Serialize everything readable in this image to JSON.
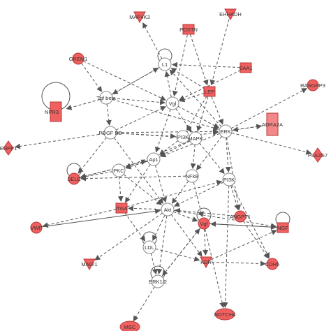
{
  "colors": {
    "molecule_fill": "#f06060",
    "molecule_stroke": "#b83838",
    "hub_fill": "#ffffff",
    "hub_stroke": "#888888",
    "edge": "#555555",
    "label": "#333333"
  },
  "nodes": [
    {
      "id": "MAP4K3",
      "label": "MAP4K3",
      "shape": "triangle-down",
      "kind": "molecule"
    },
    {
      "id": "EHHADH",
      "label": "EHHADH",
      "shape": "triangle-down",
      "kind": "molecule"
    },
    {
      "id": "POSTN",
      "label": "POSTN",
      "shape": "rect",
      "kind": "molecule"
    },
    {
      "id": "GREM1",
      "label": "GREM1",
      "shape": "circle",
      "kind": "molecule"
    },
    {
      "id": "L1",
      "label": "L1",
      "shape": "circle",
      "kind": "hub"
    },
    {
      "id": "SAA1",
      "label": "SAA1",
      "shape": "rect",
      "kind": "molecule"
    },
    {
      "id": "RASGRP3",
      "label": "RASGRP3",
      "shape": "circle",
      "kind": "molecule"
    },
    {
      "id": "Tgfbeta",
      "label": "Tgf beta",
      "shape": "circle",
      "kind": "hub"
    },
    {
      "id": "Vgl",
      "label": "Vgl",
      "shape": "circle",
      "kind": "hub"
    },
    {
      "id": "LEP",
      "label": "LEP",
      "shape": "rect",
      "kind": "molecule"
    },
    {
      "id": "NPR3",
      "label": "NPR3",
      "shape": "rect-tall",
      "kind": "molecule"
    },
    {
      "id": "ADRA2A",
      "label": "ADRA2A",
      "shape": "rect-tall-light",
      "kind": "molecule"
    },
    {
      "id": "PDGFBB",
      "label": "PDGF BB",
      "shape": "circle",
      "kind": "hub"
    },
    {
      "id": "PI3K",
      "label": "PI3K",
      "shape": "circle",
      "kind": "hub"
    },
    {
      "id": "ERK",
      "label": "ERK",
      "shape": "circle",
      "kind": "hub"
    },
    {
      "id": "MAPK",
      "label": "MAPK",
      "shape": "circle",
      "kind": "hub"
    },
    {
      "id": "ENPP1",
      "label": "ENPP1",
      "shape": "diamond",
      "kind": "molecule"
    },
    {
      "id": "PLA2G7",
      "label": "PLA2G7",
      "shape": "diamond",
      "kind": "molecule"
    },
    {
      "id": "Ap1",
      "label": "Ap1",
      "shape": "circle",
      "kind": "hub"
    },
    {
      "id": "PKC",
      "label": "PKC",
      "shape": "circle",
      "kind": "hub"
    },
    {
      "id": "SELE",
      "label": "SELE",
      "shape": "circle",
      "kind": "molecule"
    },
    {
      "id": "NFkB",
      "label": "NFkB",
      "shape": "circle",
      "kind": "hub"
    },
    {
      "id": "PI3KC",
      "label": "PI3K",
      "shape": "circle",
      "kind": "hub"
    },
    {
      "id": "ITGA",
      "label": "ITGA",
      "shape": "rect",
      "kind": "molecule"
    },
    {
      "id": "Akt",
      "label": "Akt",
      "shape": "circle",
      "kind": "hub"
    },
    {
      "id": "VWF",
      "label": "VWF",
      "shape": "circle",
      "kind": "molecule"
    },
    {
      "id": "Vgf",
      "label": "Vgf",
      "shape": "circle",
      "kind": "molecule"
    },
    {
      "id": "ANGPT1",
      "label": "ANGPT1",
      "shape": "circle",
      "kind": "molecule"
    },
    {
      "id": "NGF",
      "label": "NGF",
      "shape": "rect",
      "kind": "molecule"
    },
    {
      "id": "LDL",
      "label": "LDL",
      "shape": "circle",
      "kind": "hub"
    },
    {
      "id": "MAGI1",
      "label": "MAGI1",
      "shape": "triangle-down",
      "kind": "molecule"
    },
    {
      "id": "KDR",
      "label": "KDR",
      "shape": "triangle-down",
      "kind": "molecule"
    },
    {
      "id": "CDH5",
      "label": "CDH5",
      "shape": "circle",
      "kind": "molecule"
    },
    {
      "id": "ERK12",
      "label": "ERK1/2",
      "shape": "circle",
      "kind": "hub"
    },
    {
      "id": "NOTCH4",
      "label": "NOTCH4",
      "shape": "ellipse",
      "kind": "molecule"
    },
    {
      "id": "MSC",
      "label": "MSC",
      "shape": "ellipse",
      "kind": "molecule"
    }
  ],
  "edges": [
    [
      "Tgfbeta",
      "L1"
    ],
    [
      "Vgl",
      "L1"
    ],
    [
      "ERK",
      "L1"
    ],
    [
      "LEP",
      "L1"
    ],
    [
      "SAA1",
      "L1"
    ],
    [
      "L1",
      "MAP4K3"
    ],
    [
      "POSTN",
      "Vgl"
    ],
    [
      "POSTN",
      "LEP"
    ],
    [
      "EHHADH",
      "LEP"
    ],
    [
      "GREM1",
      "Tgfbeta"
    ],
    [
      "GREM1",
      "Vgl"
    ],
    [
      "SAA1",
      "Vgl"
    ],
    [
      "LEP",
      "Vgl"
    ],
    [
      "Tgfbeta",
      "Vgl"
    ],
    [
      "Tgfbeta",
      "NPR3"
    ],
    [
      "Tgfbeta",
      "PDGFBB"
    ],
    [
      "PDGFBB",
      "ENPP1"
    ],
    [
      "PDGFBB",
      "SELE"
    ],
    [
      "PDGFBB",
      "Vgl"
    ],
    [
      "PDGFBB",
      "ERK"
    ],
    [
      "PDGFBB",
      "PI3K"
    ],
    [
      "PDGFBB",
      "MAPK"
    ],
    [
      "LEP",
      "ERK"
    ],
    [
      "LEP",
      "PI3K"
    ],
    [
      "LEP",
      "MAPK"
    ],
    [
      "Vgl",
      "ERK"
    ],
    [
      "Vgl",
      "Ap1"
    ],
    [
      "Vgl",
      "MAPK"
    ],
    [
      "ERK",
      "PLA2G7"
    ],
    [
      "ERK",
      "ADRA2A"
    ],
    [
      "ADRA2A",
      "ERK"
    ],
    [
      "ERK",
      "ANGPT1"
    ],
    [
      "ERK",
      "NFkB"
    ],
    [
      "ERK",
      "Ap1"
    ],
    [
      "ERK",
      "PI3KC"
    ],
    [
      "ERK",
      "RASGRP3"
    ],
    [
      "MAPK",
      "Ap1"
    ],
    [
      "MAPK",
      "NFkB"
    ],
    [
      "MAPK",
      "PKC"
    ],
    [
      "MAPK",
      "PI3KC"
    ],
    [
      "PI3K",
      "ERK"
    ],
    [
      "PI3K",
      "Ap1"
    ],
    [
      "PKC",
      "ITGA"
    ],
    [
      "PKC",
      "SELE"
    ],
    [
      "PKC",
      "Akt"
    ],
    [
      "Ap1",
      "PKC"
    ],
    [
      "Ap1",
      "ITGA"
    ],
    [
      "Ap1",
      "SELE"
    ],
    [
      "NFkB",
      "Akt"
    ],
    [
      "NFkB",
      "SELE"
    ],
    [
      "NFkB",
      "Vgf"
    ],
    [
      "PI3KC",
      "Akt"
    ],
    [
      "PI3KC",
      "ANGPT1"
    ],
    [
      "PI3KC",
      "CDH5"
    ],
    [
      "Akt",
      "ITGA"
    ],
    [
      "Akt",
      "Vgf"
    ],
    [
      "Akt",
      "LDL"
    ],
    [
      "Akt",
      "KDR"
    ],
    [
      "Akt",
      "NGF"
    ],
    [
      "Akt",
      "ERK12"
    ],
    [
      "Akt",
      "MAGI1"
    ],
    [
      "ITGA",
      "VWF"
    ],
    [
      "ITGA",
      "LDL"
    ],
    [
      "VWF",
      "Akt"
    ],
    [
      "Vgf",
      "NGF"
    ],
    [
      "Vgf",
      "KDR"
    ],
    [
      "Vgf",
      "ERK12"
    ],
    [
      "ANGPT1",
      "Akt"
    ],
    [
      "ANGPT1",
      "CDH5"
    ],
    [
      "NGF",
      "Vgf"
    ],
    [
      "KDR",
      "NGF"
    ],
    [
      "KDR",
      "CDH5"
    ],
    [
      "LDL",
      "KDR"
    ],
    [
      "LDL",
      "ERK12"
    ],
    [
      "ERK12",
      "Vgf"
    ],
    [
      "ERK12",
      "MSC"
    ],
    [
      "Vgf",
      "NOTCH4"
    ],
    [
      "PI3KC",
      "NOTCH4"
    ],
    [
      "SELE",
      "Ap1"
    ],
    [
      "ITGA",
      "PI3KC"
    ],
    [
      "Ap1",
      "Akt"
    ],
    [
      "PDGFBB",
      "Akt"
    ],
    [
      "Tgfbeta",
      "ERK"
    ],
    [
      "L1",
      "Tgfbeta"
    ]
  ],
  "self_loops": [
    "L1",
    "NPR3",
    "SELE",
    "NGF",
    "Vgf",
    "ERK12",
    "LDL"
  ]
}
